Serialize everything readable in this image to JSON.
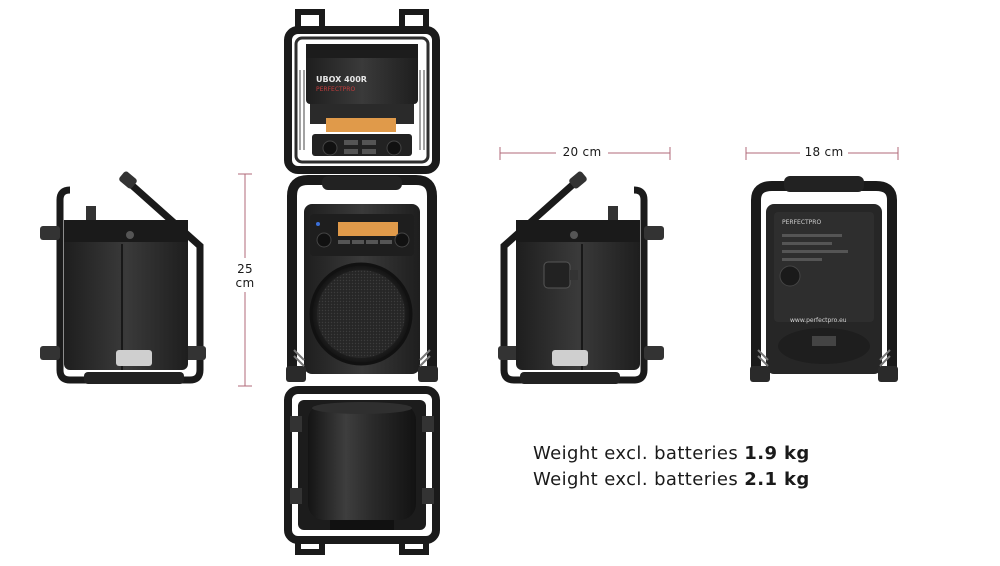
{
  "product": {
    "model_label": "UBOX 400R",
    "brand_label": "PERFECTPRO",
    "website": "www.perfectpro.eu"
  },
  "dimensions": {
    "height": "25\ncm",
    "height_value": "25",
    "height_unit": "cm",
    "width": "20 cm",
    "depth": "18 cm"
  },
  "weights": [
    {
      "prefix": "Weight excl. batteries ",
      "value": "1.9 kg"
    },
    {
      "prefix": "Weight excl. batteries ",
      "value": "2.1 kg"
    }
  ],
  "colors": {
    "dimension_line": "#b06a78",
    "body": "#2b2b2b",
    "frame": "#1c1c1c",
    "lcd": "#e09a4a"
  }
}
